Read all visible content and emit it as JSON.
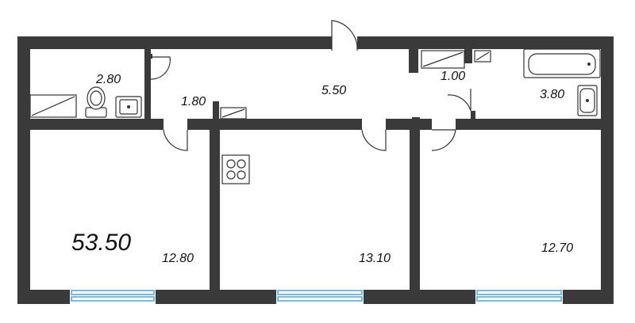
{
  "total_area": "53.50",
  "rooms": {
    "toilet": "2.80",
    "corridor_small": "1.80",
    "hall": "5.50",
    "closet": "1.00",
    "bathroom": "3.80",
    "room_left": "12.80",
    "kitchen": "13.10",
    "room_right": "12.70"
  },
  "colors": {
    "wall": "#3a3a3a",
    "window": "#4aa3d8",
    "background": "#ffffff"
  }
}
